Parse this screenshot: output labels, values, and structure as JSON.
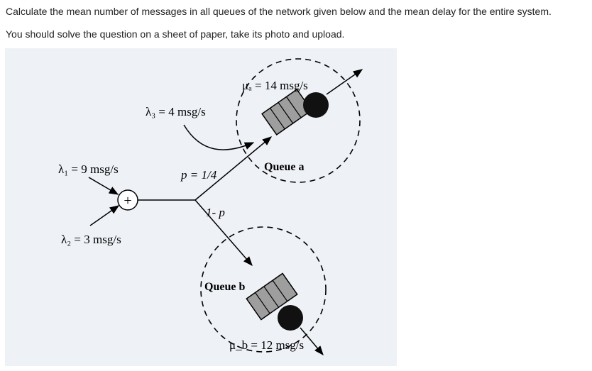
{
  "question": {
    "line1": "Calculate the mean number of messages in all queues of the network given below and the mean delay for the entire system.",
    "line2": "You should solve the question on a sheet of paper, take its photo and upload."
  },
  "diagram": {
    "lambda1": "λ₁ = 9 msg/s",
    "lambda2": "λ₂ = 3 msg/s",
    "lambda3": "λ₃ = 4 msg/s",
    "mu_a": "μₐ = 14 msg/s",
    "mu_b": "μ_b = 12 msg/s",
    "p": "p = 1/4",
    "one_minus_p": "1- p",
    "queue_a": "Queue a",
    "queue_b": "Queue b",
    "plus": "+"
  },
  "colors": {
    "figure_bg": "#eef1f6",
    "queue_fill": "#9e9e9e",
    "server": "#111111"
  }
}
